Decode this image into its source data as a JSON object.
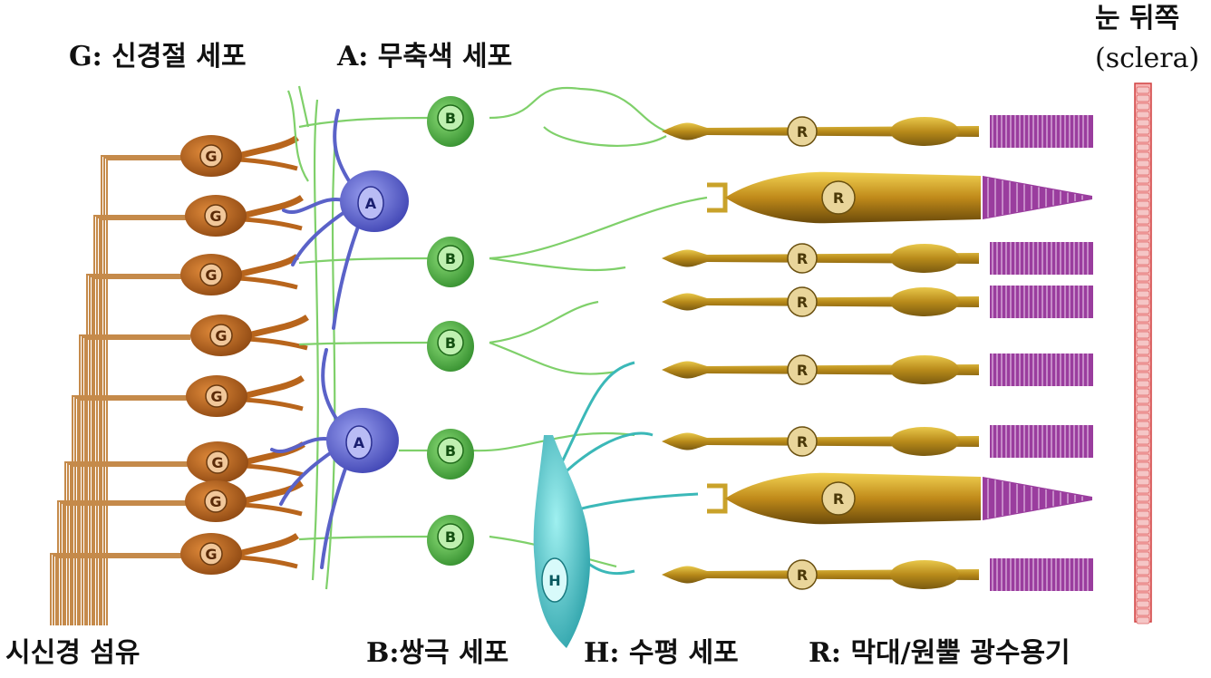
{
  "labels": {
    "ganglion": "G: 신경절 세포",
    "amacrine": "A: 무축색 세포",
    "back_of_eye_line1": "눈 뒤쪽",
    "back_of_eye_line2": "(sclera)",
    "optic_fibers": "시신경 섬유",
    "bipolar": "B:쌍극 세포",
    "horizontal": "H: 수평 세포",
    "receptors": "R: 막대/원뿔 광수용기"
  },
  "cell_letters": {
    "ganglion": "G",
    "amacrine": "A",
    "bipolar": "B",
    "horizontal": "H",
    "receptor": "R"
  },
  "colors": {
    "ganglion": "#b8651c",
    "ganglion_axon": "#c58a4a",
    "amacrine": "#5a62c8",
    "bipolar": "#3fa83a",
    "bipolar_dendrite": "#7fd06a",
    "horizontal": "#3bb8b8",
    "receptor": "#c9a22a",
    "outer_segment": "#9a3d9e",
    "sclera": "#f08a8a"
  },
  "receptor_types": [
    "rod",
    "cone",
    "rod",
    "rod",
    "rod",
    "rod",
    "cone",
    "rod"
  ]
}
